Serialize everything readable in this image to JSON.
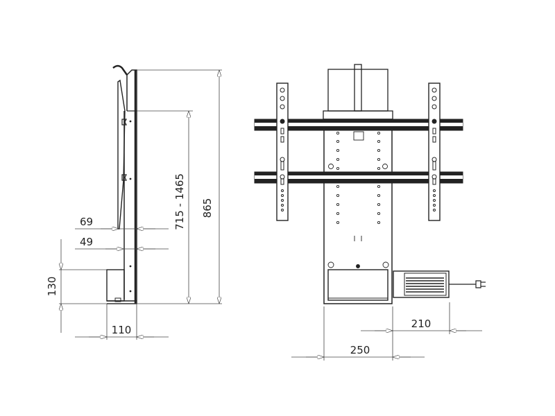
{
  "drawing": {
    "views": [
      "side-view",
      "front-view"
    ],
    "line_color": "#222222",
    "background": "#ffffff"
  },
  "dimensions": {
    "side_total_height": "865",
    "side_lift_range": "715 - 1465",
    "side_depth_top": "69",
    "side_depth_mid": "49",
    "side_base_height": "130",
    "side_base_depth": "110",
    "front_motor_width": "210",
    "front_column_width": "250"
  }
}
